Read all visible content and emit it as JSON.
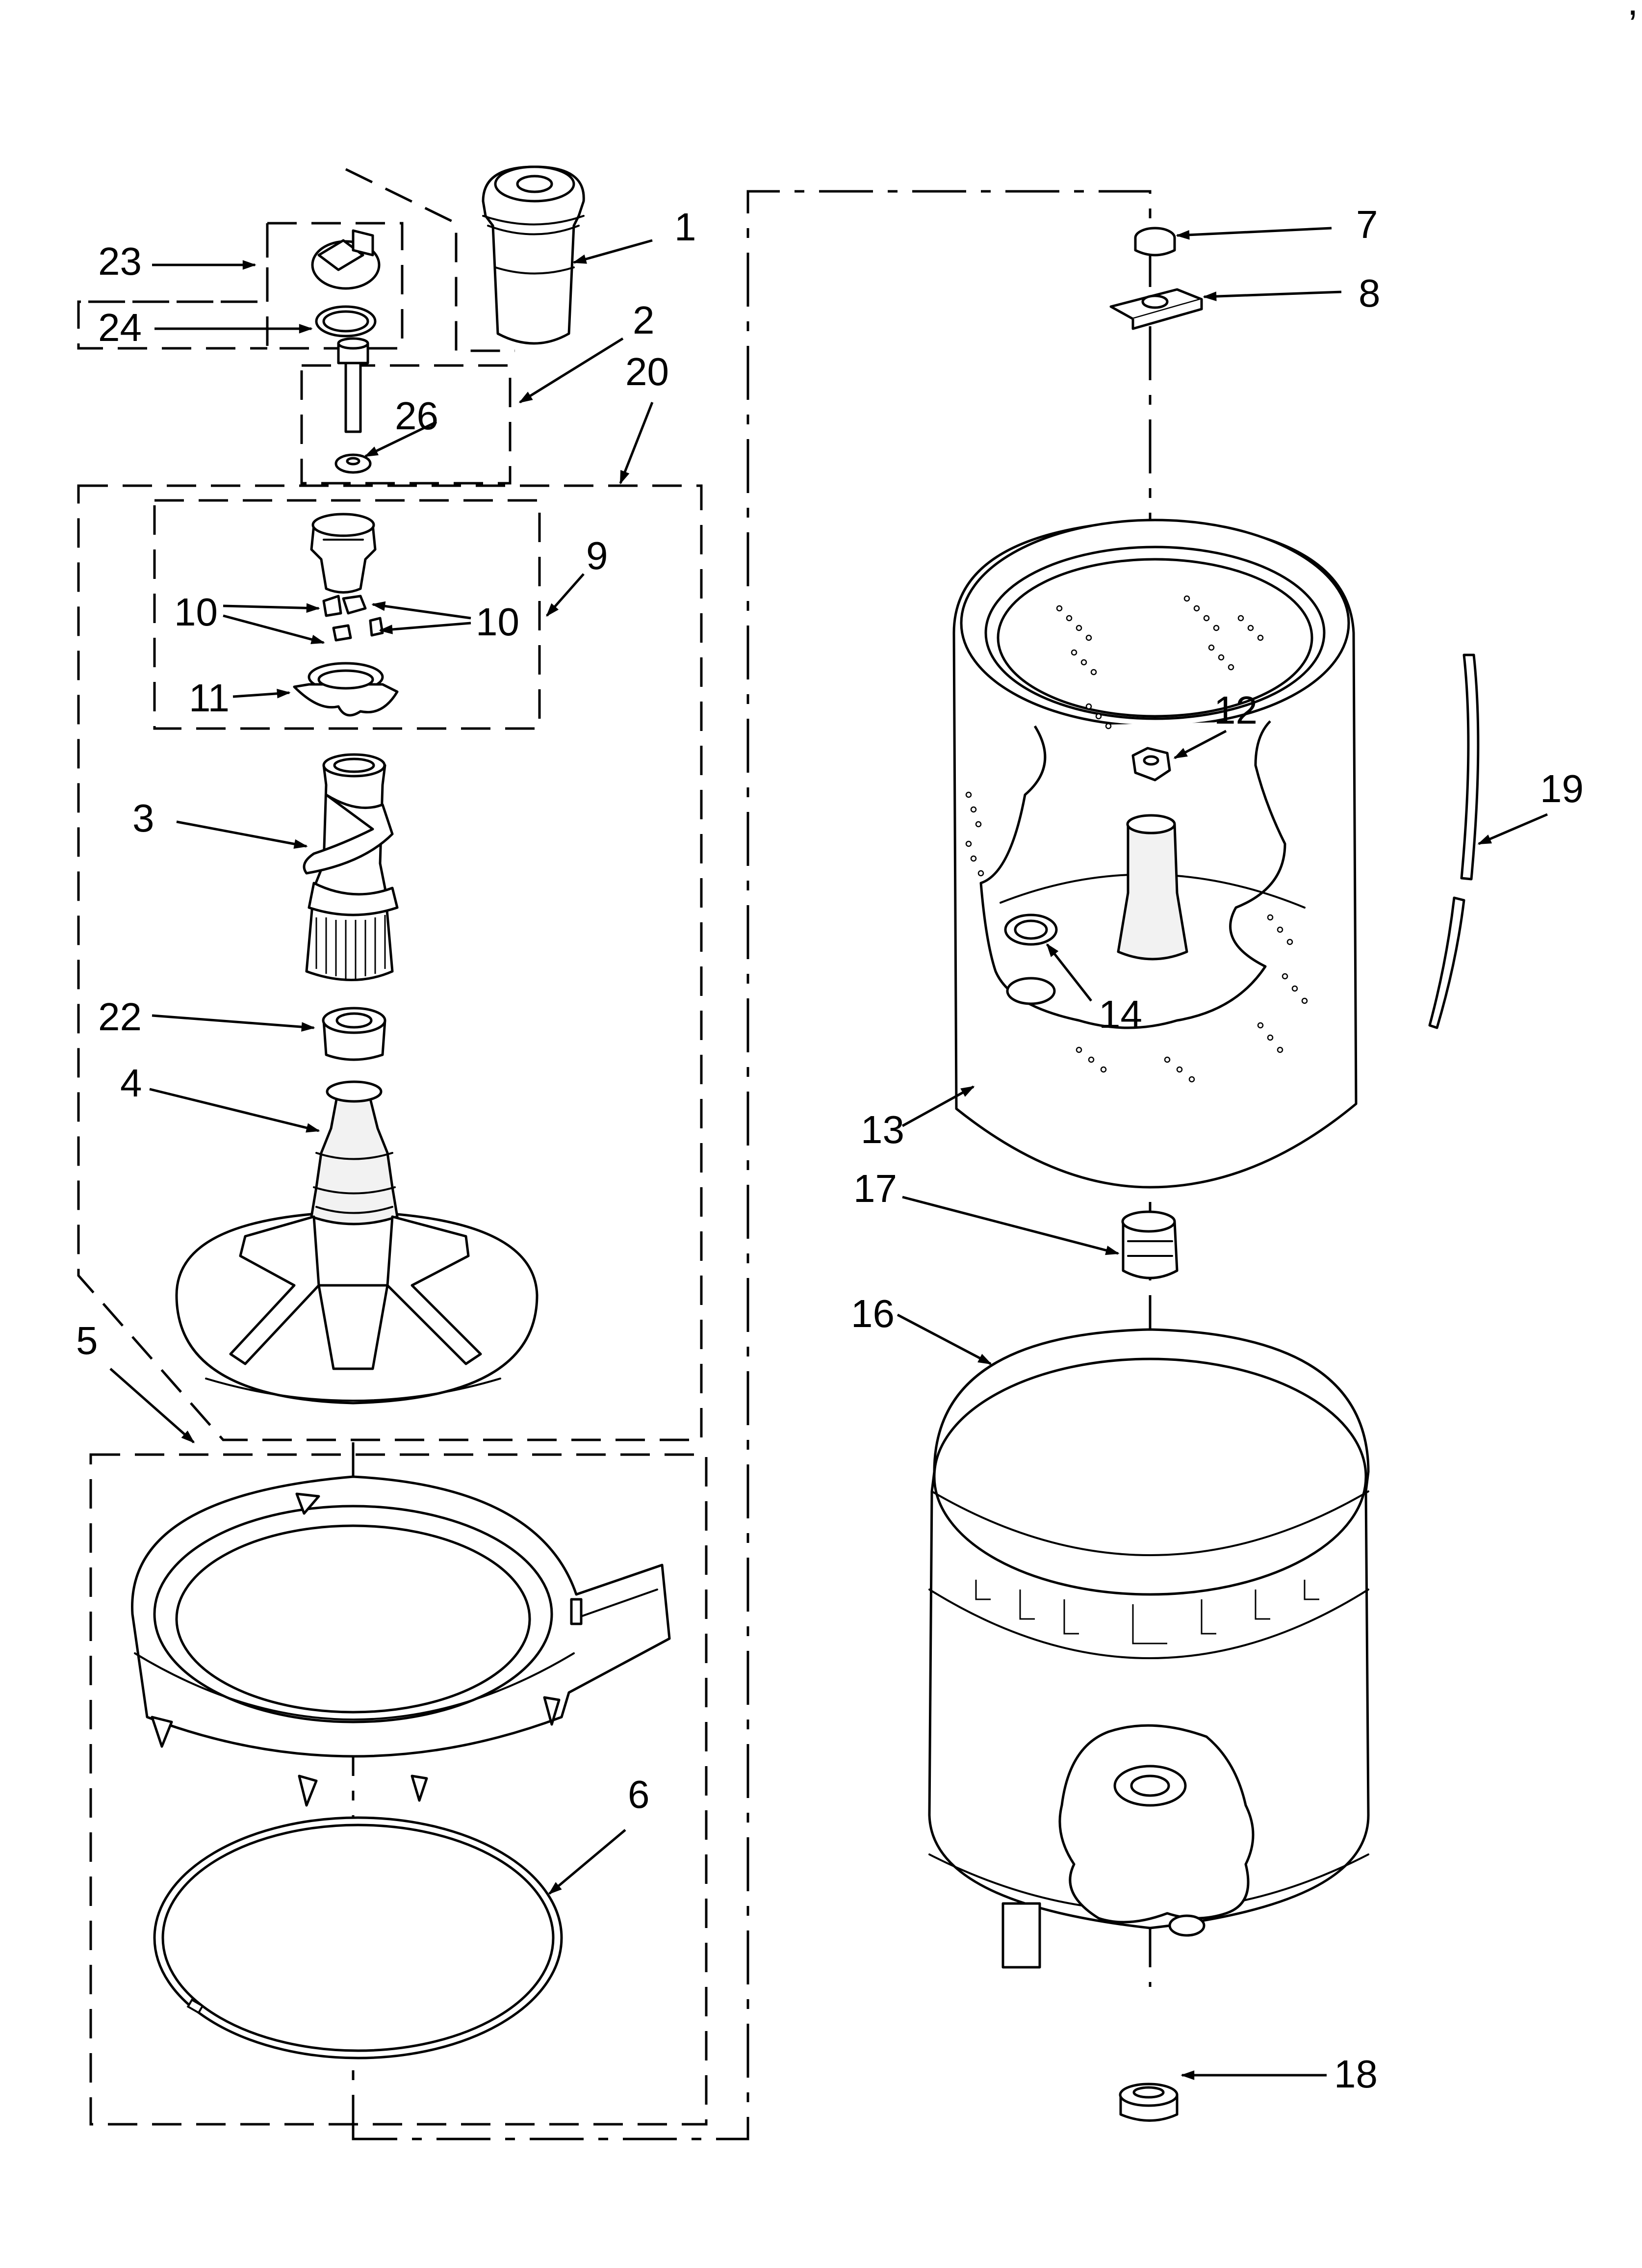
{
  "diagram": {
    "callouts": [
      {
        "id": "c1",
        "text": "1"
      },
      {
        "id": "c2",
        "text": "2"
      },
      {
        "id": "c3",
        "text": "3"
      },
      {
        "id": "c4",
        "text": "4"
      },
      {
        "id": "c5",
        "text": "5"
      },
      {
        "id": "c6",
        "text": "6"
      },
      {
        "id": "c7",
        "text": "7"
      },
      {
        "id": "c8",
        "text": "8"
      },
      {
        "id": "c9",
        "text": "9"
      },
      {
        "id": "c10a",
        "text": "10"
      },
      {
        "id": "c10b",
        "text": "10"
      },
      {
        "id": "c11",
        "text": "11"
      },
      {
        "id": "c12",
        "text": "12"
      },
      {
        "id": "c13",
        "text": "13"
      },
      {
        "id": "c14",
        "text": "14"
      },
      {
        "id": "c16",
        "text": "16"
      },
      {
        "id": "c17",
        "text": "17"
      },
      {
        "id": "c18",
        "text": "18"
      },
      {
        "id": "c19",
        "text": "19"
      },
      {
        "id": "c20",
        "text": "20"
      },
      {
        "id": "c22",
        "text": "22"
      },
      {
        "id": "c23",
        "text": "23"
      },
      {
        "id": "c24",
        "text": "24"
      },
      {
        "id": "c26",
        "text": "26"
      }
    ],
    "corner_mark": ","
  }
}
